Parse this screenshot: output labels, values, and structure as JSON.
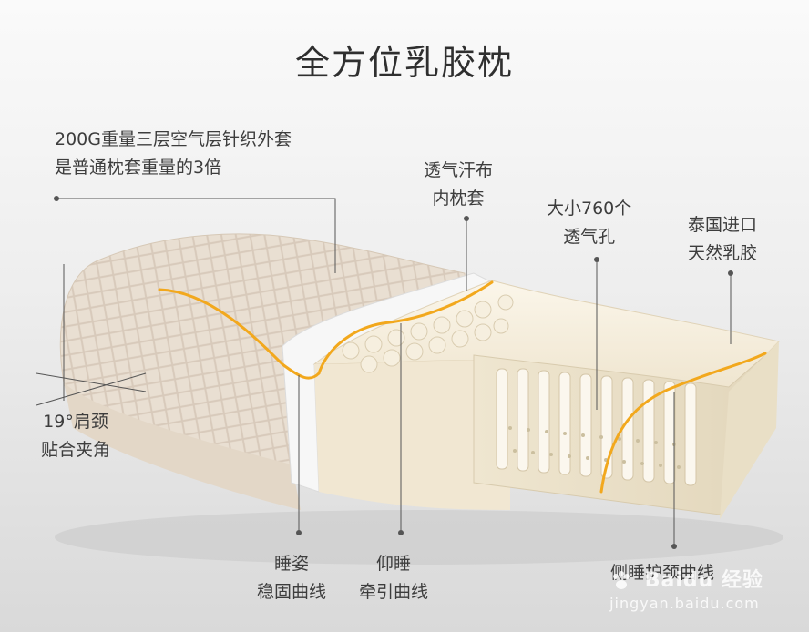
{
  "title": "全方位乳胶枕",
  "annotations": {
    "outer_cover": {
      "line1": "200G重量三层空气层针织外套",
      "line2": "是普通枕套重量的3倍"
    },
    "inner_cover": {
      "line1": "透气汗布",
      "line2": "内枕套"
    },
    "air_holes": {
      "line1": "大小760个",
      "line2": "透气孔"
    },
    "latex": {
      "line1": "泰国进口",
      "line2": "天然乳胶"
    },
    "angle": {
      "line1": "19°肩颈",
      "line2": "贴合夹角"
    },
    "sleep_curve": {
      "line1": "睡姿",
      "line2": "稳固曲线"
    },
    "supine_curve": {
      "line1": "仰睡",
      "line2": "牵引曲线"
    },
    "side_curve": {
      "line1": "侧睡护颈曲线"
    }
  },
  "watermark": {
    "brand": "Baidu 经验",
    "url": "jingyan.baidu.com"
  },
  "colors": {
    "accent_curve": "#f2a81d",
    "leader_line": "#555555",
    "latex": "#f4ecd8",
    "cover": "#e8ddd0"
  }
}
